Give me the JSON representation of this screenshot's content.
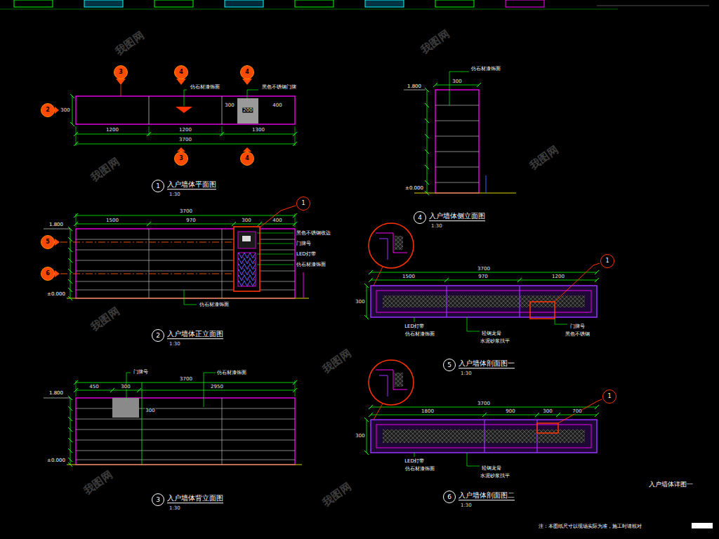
{
  "diagram": {
    "nodes": [
      {
        "text": [
          "1",
          "入户墙体平面图"
        ]
      },
      {
        "text": [
          "2",
          "入户墙体正立面图"
        ]
      },
      {
        "text": [
          "3",
          "入户墙体背立面图"
        ]
      },
      {
        "text": [
          "4",
          "入户墙体侧立面图"
        ]
      },
      {
        "text": [
          "5",
          "入户墙体剖面图一"
        ]
      },
      {
        "text": [
          "6",
          "入户墙体剖面图二"
        ]
      },
      {
        "text": [
          "2"
        ]
      },
      {
        "text": [
          "3"
        ]
      },
      {
        "text": [
          "4"
        ]
      },
      {
        "text": [
          "4"
        ]
      },
      {
        "text": [
          "3"
        ]
      },
      {
        "text": [
          "4"
        ]
      },
      {
        "text": [
          "5"
        ]
      },
      {
        "text": [
          "6"
        ]
      },
      {
        "text": [
          "1"
        ]
      },
      {
        "text": [
          "1"
        ]
      },
      {
        "text": [
          "1"
        ]
      }
    ],
    "labels": [
      "1200",
      "1200",
      "1300",
      "3700",
      "300",
      "300",
      "200",
      "400",
      "仿石材漆饰面",
      "黑色不锈钢门牌",
      "1:30",
      "3700",
      "1500",
      "970",
      "300",
      "400",
      "1.800",
      "±0.000",
      "黑色不锈钢收边",
      "门牌号",
      "LED灯带",
      "仿石材漆饰面",
      "仿石材漆饰面",
      "1:30",
      "门牌号",
      "仿石材漆饰面",
      "3700",
      "450",
      "300",
      "2950",
      "1.800",
      "±0.000",
      "300",
      "1:30",
      "仿石材漆饰面",
      "300",
      "1.800",
      "±0.000",
      "1:30",
      "3700",
      "1500",
      "970",
      "1200",
      "300",
      "LED灯带",
      "仿石材漆饰面",
      "轻钢龙骨",
      "水泥砂浆找平",
      "门牌号",
      "黑色不锈钢",
      "1:30",
      "3700",
      "1800",
      "900",
      "300",
      "700",
      "300",
      "LED灯带",
      "仿石材漆饰面",
      "轻钢龙骨",
      "水泥砂浆找平",
      "1:30",
      "入户墙体详图一",
      "注：本图纸尺寸以现场实际为准，施工时请核对",
      "我图网",
      "我图网",
      "我图网",
      "我图网",
      "我图网",
      "我图网",
      "我图网",
      "我图网"
    ]
  }
}
